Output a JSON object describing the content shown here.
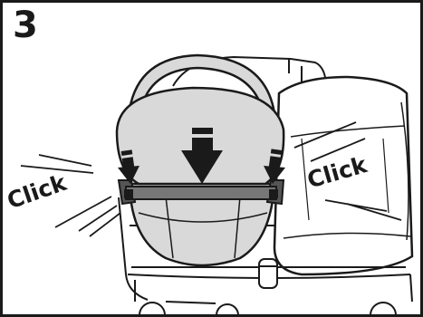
{
  "step": {
    "number": "3"
  },
  "labels": {
    "click_left": "Click",
    "click_right": "Click"
  },
  "icons": {
    "main_arrow": "down-arrow-icon",
    "left_arrow": "down-arrow-icon",
    "right_arrow": "down-arrow-icon"
  },
  "colors": {
    "outline": "#1a1a1a",
    "fill_light": "#d9d9d9",
    "fill_mid": "#bdbdbd",
    "fill_dark": "#555555",
    "background": "#ffffff"
  }
}
